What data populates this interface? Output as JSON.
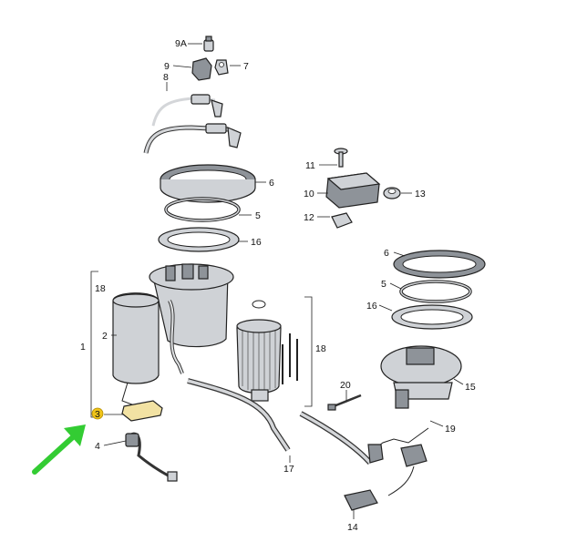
{
  "callouts": [
    {
      "id": "c-9a",
      "text": "9A"
    },
    {
      "id": "c-9",
      "text": "9"
    },
    {
      "id": "c-7",
      "text": "7"
    },
    {
      "id": "c-8",
      "text": "8"
    },
    {
      "id": "c-6a",
      "text": "6"
    },
    {
      "id": "c-5a",
      "text": "5"
    },
    {
      "id": "c-16a",
      "text": "16"
    },
    {
      "id": "c-11",
      "text": "11"
    },
    {
      "id": "c-10",
      "text": "10"
    },
    {
      "id": "c-13",
      "text": "13"
    },
    {
      "id": "c-12",
      "text": "12"
    },
    {
      "id": "c-18a",
      "text": "18"
    },
    {
      "id": "c-2",
      "text": "2"
    },
    {
      "id": "c-1",
      "text": "1"
    },
    {
      "id": "c-3",
      "text": "3"
    },
    {
      "id": "c-4",
      "text": "4"
    },
    {
      "id": "c-18b",
      "text": "18"
    },
    {
      "id": "c-17",
      "text": "17"
    },
    {
      "id": "c-20",
      "text": "20"
    },
    {
      "id": "c-6b",
      "text": "6"
    },
    {
      "id": "c-5b",
      "text": "5"
    },
    {
      "id": "c-16b",
      "text": "16"
    },
    {
      "id": "c-15",
      "text": "15"
    },
    {
      "id": "c-19",
      "text": "19"
    },
    {
      "id": "c-14",
      "text": "14"
    }
  ],
  "colors": {
    "highlight_marker": "#f0c419",
    "arrow": "#33cc33",
    "part_fill": "#cfd2d6",
    "highlight_part": "#f2e2a3"
  }
}
